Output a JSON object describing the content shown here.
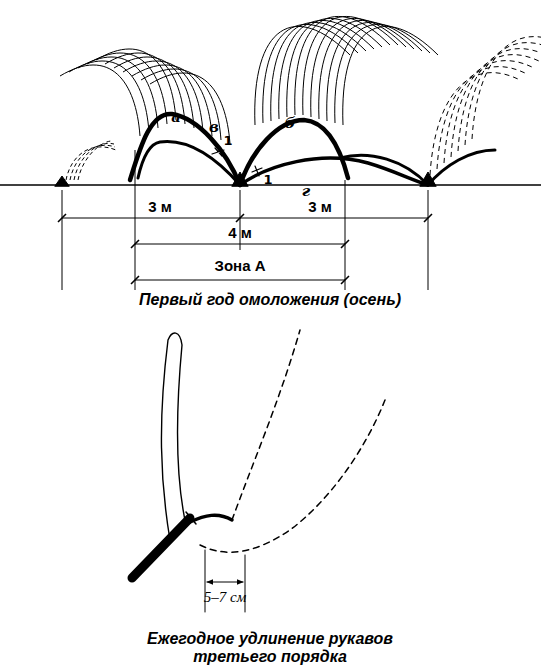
{
  "diagram": {
    "labels": [
      "а",
      "в",
      "1",
      "б",
      "1",
      "г",
      "3 м",
      "3 м",
      "4 м",
      "Зона А",
      "Первый год омоложения (осень)",
      "5–7 см",
      "Ежегодное удлинение рукавов третьего порядка"
    ]
  }
}
